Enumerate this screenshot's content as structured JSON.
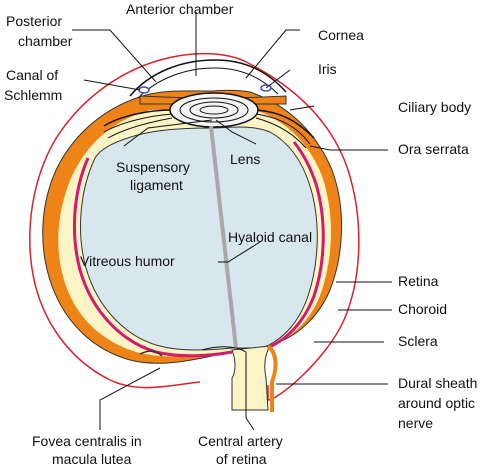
{
  "labels": {
    "anterior_chamber": "Anterior chamber",
    "posterior_chamber_1": "Posterior",
    "posterior_chamber_2": "chamber",
    "canal_1": "Canal of",
    "canal_2": "Schlemm",
    "cornea": "Cornea",
    "iris": "Iris",
    "ciliary_body": "Ciliary body",
    "ora_serrata": "Ora serrata",
    "suspensory_1": "Suspensory",
    "suspensory_2": "ligament",
    "lens": "Lens",
    "hyaloid_canal": "Hyaloid canal",
    "vitreous_humor": "Vitreous humor",
    "retina": "Retina",
    "choroid": "Choroid",
    "sclera": "Sclera",
    "dural_1": "Dural sheath",
    "dural_2": "around optic",
    "dural_3": "nerve",
    "fovea_1": "Fovea centralis in",
    "fovea_2": "macula lutea",
    "central_artery_1": "Central artery",
    "central_artery_2": "of retina"
  },
  "colors": {
    "sclera_outline": "#d8232a",
    "choroid_fill": "#ee8418",
    "sclera_fill": "#fbf4c4",
    "retina_line": "#d6186f",
    "vitreous_fill": "#d8e6ee",
    "hyaloid_line": "#a8a8a8",
    "canal_blue": "#3e4ea8",
    "leader_line": "#111111"
  }
}
